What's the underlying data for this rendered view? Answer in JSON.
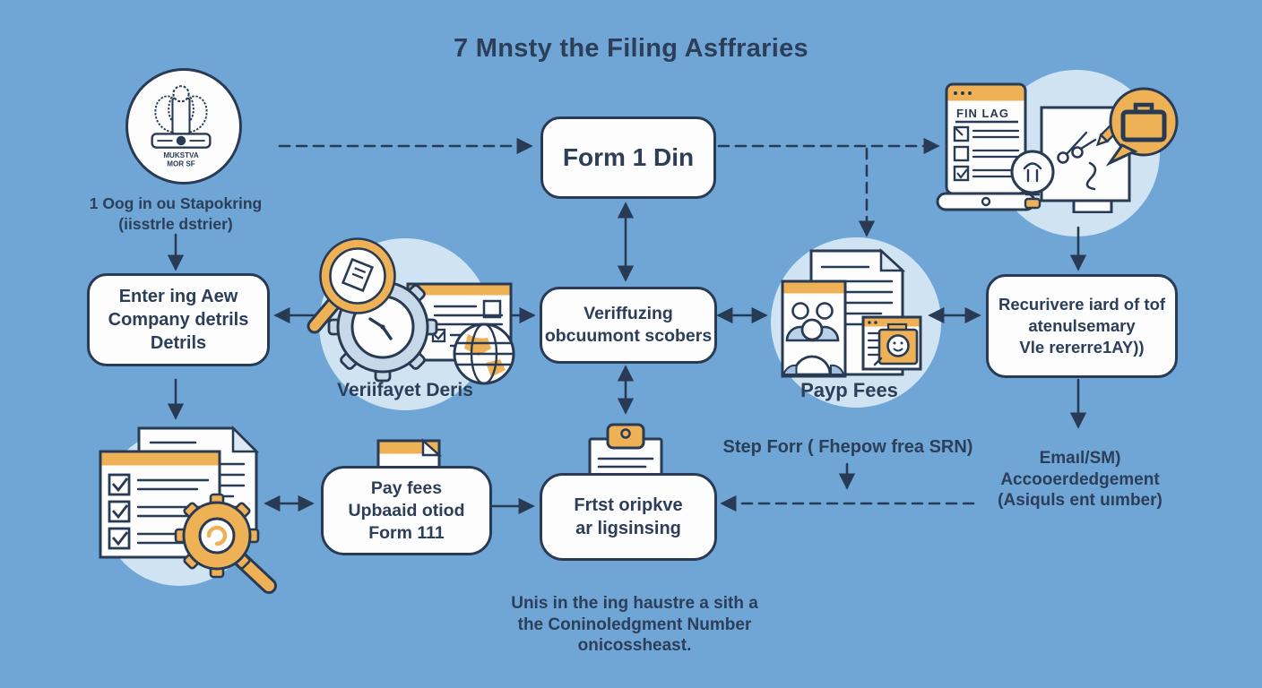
{
  "title": "7 Mnsty the Filing Asffraries",
  "colors": {
    "background": "#6fa6d6",
    "halo_blue": "#cfe3f2",
    "ink_navy": "#293b54",
    "accent_orange": "#eeb156",
    "box_white": "#fdfdfe"
  },
  "nodes": {
    "login": {
      "emblem_line1": "MUKSTVA",
      "emblem_line2": "MOR SF",
      "caption_line1": "1 Oog in ou Stapokring",
      "caption_line2": "(iisstrle dstrier)"
    },
    "form_din": {
      "label": "Form 1 Din"
    },
    "fin_lag": {
      "screen_title": "FIN LAG"
    },
    "enter_company": {
      "line1": "Enter ing Aew",
      "line2": "Company detrils",
      "line3": "Detrils"
    },
    "verify_details": {
      "label": "Veriifayet Deris"
    },
    "verifying_documents": {
      "line1": "Veriffuzing",
      "line2": "obcuumont scobers"
    },
    "pay_fees": {
      "label": "Payp Fees"
    },
    "receive_ack": {
      "line1": "Recurivere iard of tof",
      "line2": "atenulsemary",
      "line3": "Vle rererre1AY))"
    },
    "upload_form": {
      "line1": "Pay fees",
      "line2": "Upbaaid otiod",
      "line3": "Form 111"
    },
    "first_approve": {
      "line1": "Frtst oripkve",
      "line2": "ar ligsinsing"
    },
    "step_four": {
      "label": "Step Forr ( Fhepow frea SRN)"
    },
    "email_ack": {
      "line1": "Emaıl/SM)",
      "line2": "Accooerdedgement",
      "line3": "(Asiquls ent uımber)"
    },
    "footer": {
      "line1": "Unis in the ing haustre a sith a",
      "line2": "the Coninoledgment Number",
      "line3": "onicossheast."
    }
  }
}
